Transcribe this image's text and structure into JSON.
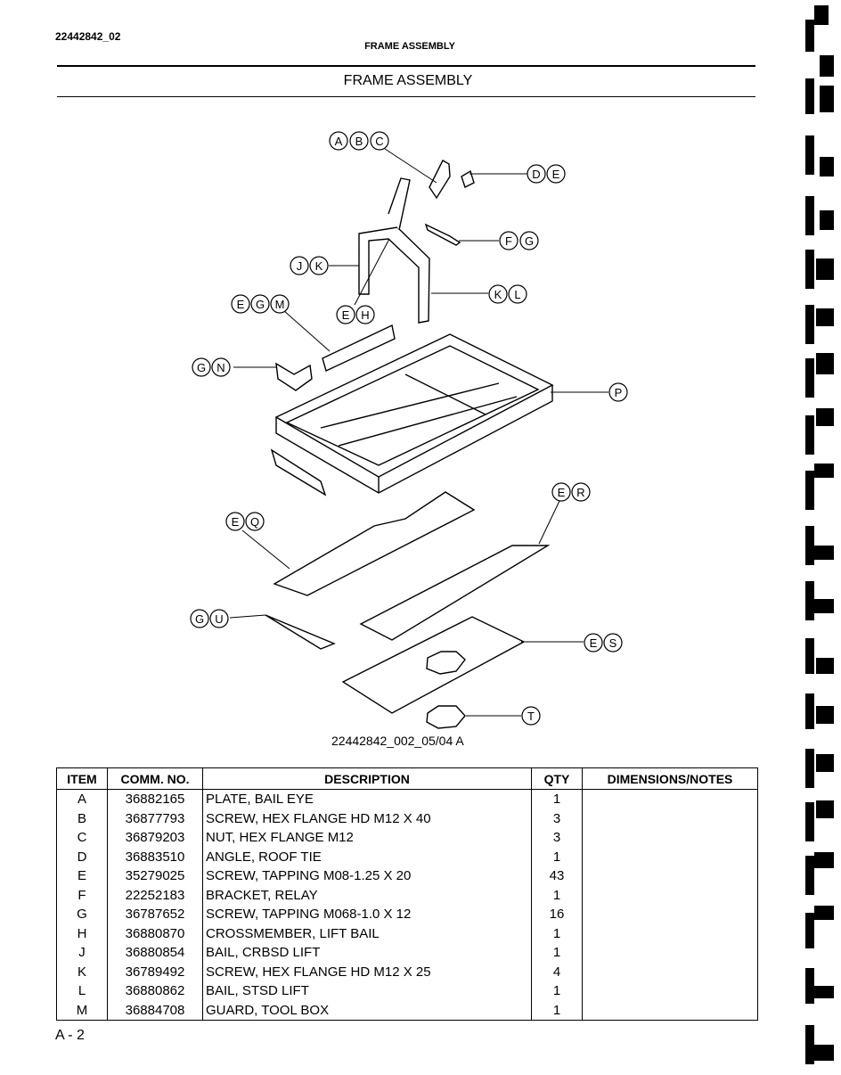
{
  "header": {
    "doc_id": "22442842_02",
    "title": "FRAME ASSEMBLY",
    "section_title": "FRAME ASSEMBLY"
  },
  "figure": {
    "id": "22442842_002_05/04  A",
    "callouts": [
      {
        "letters": [
          "A",
          "B",
          "C"
        ]
      },
      {
        "letters": [
          "D",
          "E"
        ]
      },
      {
        "letters": [
          "F",
          "G"
        ]
      },
      {
        "letters": [
          "J",
          "K"
        ]
      },
      {
        "letters": [
          "K",
          "L"
        ]
      },
      {
        "letters": [
          "E",
          "G",
          "M"
        ]
      },
      {
        "letters": [
          "E",
          "H"
        ]
      },
      {
        "letters": [
          "G",
          "N"
        ]
      },
      {
        "letters": [
          "P"
        ]
      },
      {
        "letters": [
          "E",
          "R"
        ]
      },
      {
        "letters": [
          "E",
          "Q"
        ]
      },
      {
        "letters": [
          "G",
          "U"
        ]
      },
      {
        "letters": [
          "E",
          "S"
        ]
      },
      {
        "letters": [
          "T"
        ]
      }
    ]
  },
  "table": {
    "headers": [
      "ITEM",
      "COMM. NO.",
      "DESCRIPTION",
      "QTY",
      "DIMENSIONS/NOTES"
    ],
    "rows": [
      {
        "item": "A",
        "comm": "36882165",
        "desc": "PLATE, BAIL EYE",
        "qty": "1",
        "notes": ""
      },
      {
        "item": "B",
        "comm": "36877793",
        "desc": "SCREW, HEX FLANGE HD M12 X 40",
        "qty": "3",
        "notes": ""
      },
      {
        "item": "C",
        "comm": "36879203",
        "desc": "NUT, HEX FLANGE M12",
        "qty": "3",
        "notes": ""
      },
      {
        "item": "D",
        "comm": "36883510",
        "desc": "ANGLE, ROOF TIE",
        "qty": "1",
        "notes": ""
      },
      {
        "item": "E",
        "comm": "35279025",
        "desc": "SCREW, TAPPING M08-1.25 X 20",
        "qty": "43",
        "notes": ""
      },
      {
        "item": "F",
        "comm": "22252183",
        "desc": "BRACKET, RELAY",
        "qty": "1",
        "notes": ""
      },
      {
        "item": "G",
        "comm": "36787652",
        "desc": "SCREW, TAPPING M068-1.0 X 12",
        "qty": "16",
        "notes": ""
      },
      {
        "item": "H",
        "comm": "36880870",
        "desc": "CROSSMEMBER, LIFT BAIL",
        "qty": "1",
        "notes": ""
      },
      {
        "item": "J",
        "comm": "36880854",
        "desc": "BAIL, CRBSD LIFT",
        "qty": "1",
        "notes": ""
      },
      {
        "item": "K",
        "comm": "36789492",
        "desc": "SCREW, HEX FLANGE HD M12 X 25",
        "qty": "4",
        "notes": ""
      },
      {
        "item": "L",
        "comm": "36880862",
        "desc": "BAIL, STSD LIFT",
        "qty": "1",
        "notes": ""
      },
      {
        "item": "M",
        "comm": "36884708",
        "desc": "GUARD, TOOL BOX",
        "qty": "1",
        "notes": ""
      }
    ]
  },
  "footer": {
    "page": "A - 2"
  }
}
